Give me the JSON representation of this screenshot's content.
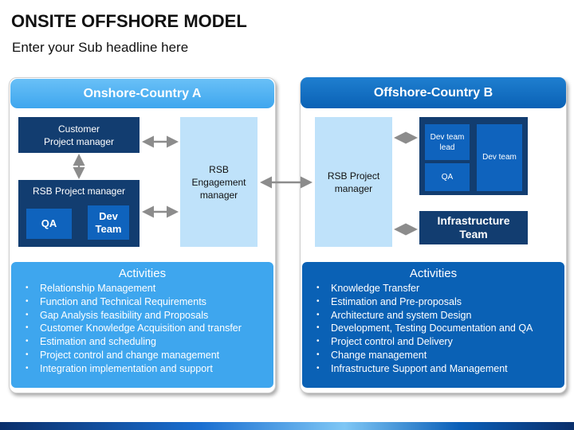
{
  "title": "ONSITE OFFSHORE MODEL",
  "subtitle": "Enter your Sub headline here",
  "country_a": {
    "header": "Onshore-Country A",
    "customer_pm": "Customer\nProject manager",
    "rsb_pm": "RSB Project manager",
    "qa": "QA",
    "dev_team": "Dev\nTeam",
    "engagement": "RSB\nEngagement\nmanager",
    "activities_title": "Activities",
    "activities": [
      "Relationship Management",
      "Function and Technical Requirements",
      "Gap Analysis feasibility and Proposals",
      "Customer Knowledge Acquisition and transfer",
      "Estimation and scheduling",
      "Project control and change management",
      "Integration implementation and support"
    ]
  },
  "country_b": {
    "header": "Offshore-Country B",
    "rsb_pm": "RSB Project\nmanager",
    "dev_team_lead": "Dev team\nlead",
    "qa": "QA",
    "dev_team": "Dev team",
    "infrastructure": "Infrastructure\nTeam",
    "activities_title": "Activities",
    "activities": [
      "Knowledge Transfer",
      "Estimation and Pre-proposals",
      "Architecture and system Design",
      "Development, Testing Documentation and QA",
      "Project control and Delivery",
      "Change management",
      "Infrastructure Support and Management"
    ]
  },
  "colors": {
    "navy": "#123d70",
    "blue": "#0f63bd",
    "light_blue": "#bfe2fa",
    "header_a": "#3ea6ee",
    "header_b": "#0a61b5",
    "arrow": "#8c8c8c"
  }
}
